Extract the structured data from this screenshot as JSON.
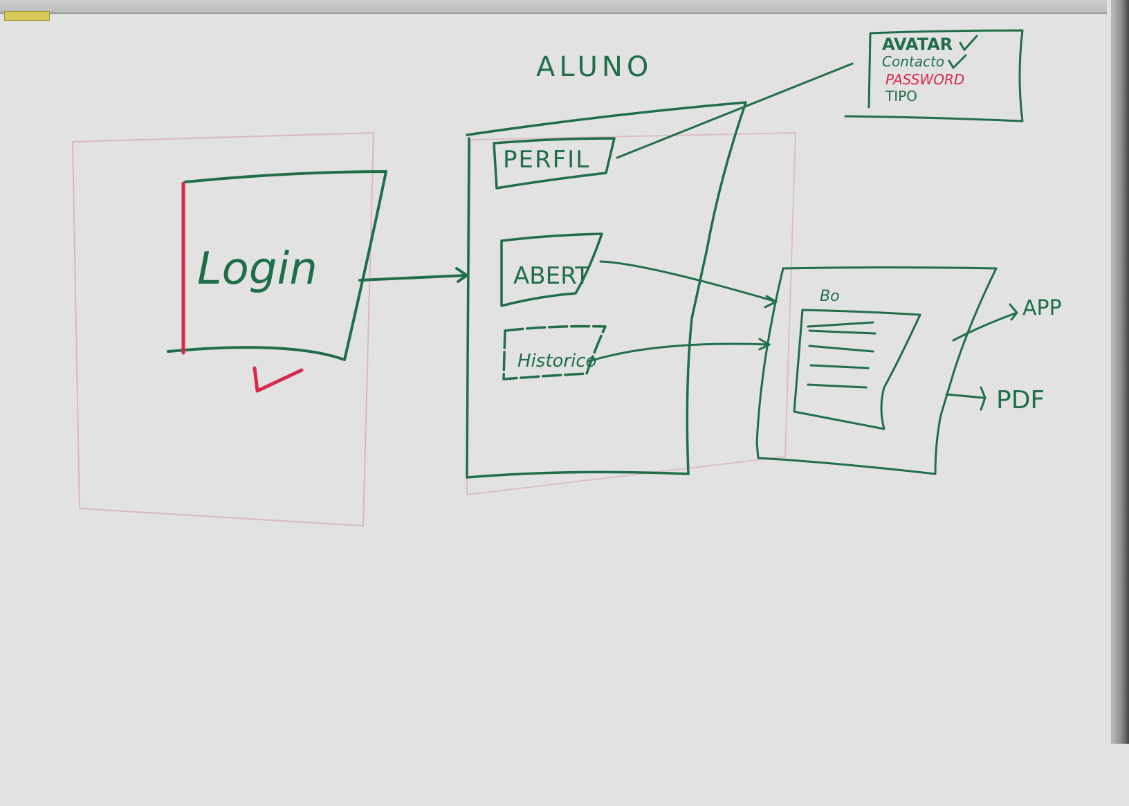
{
  "title": "ALUNO",
  "login_label": "Login",
  "menu": {
    "perfil": "PERFIL",
    "abert": "ABERT",
    "historico": "Historico"
  },
  "perfil_fields": {
    "avatar": "AVATAR",
    "contacto": "Contacto",
    "password": "PASSWORD",
    "tipo": "TIPO"
  },
  "doc_label": "Bo",
  "outputs": {
    "app": "APP",
    "pdf": "PDF"
  },
  "colors": {
    "marker_green": "#1f6e4a",
    "marker_red": "#d62a4c",
    "board": "#e2e2e2"
  }
}
